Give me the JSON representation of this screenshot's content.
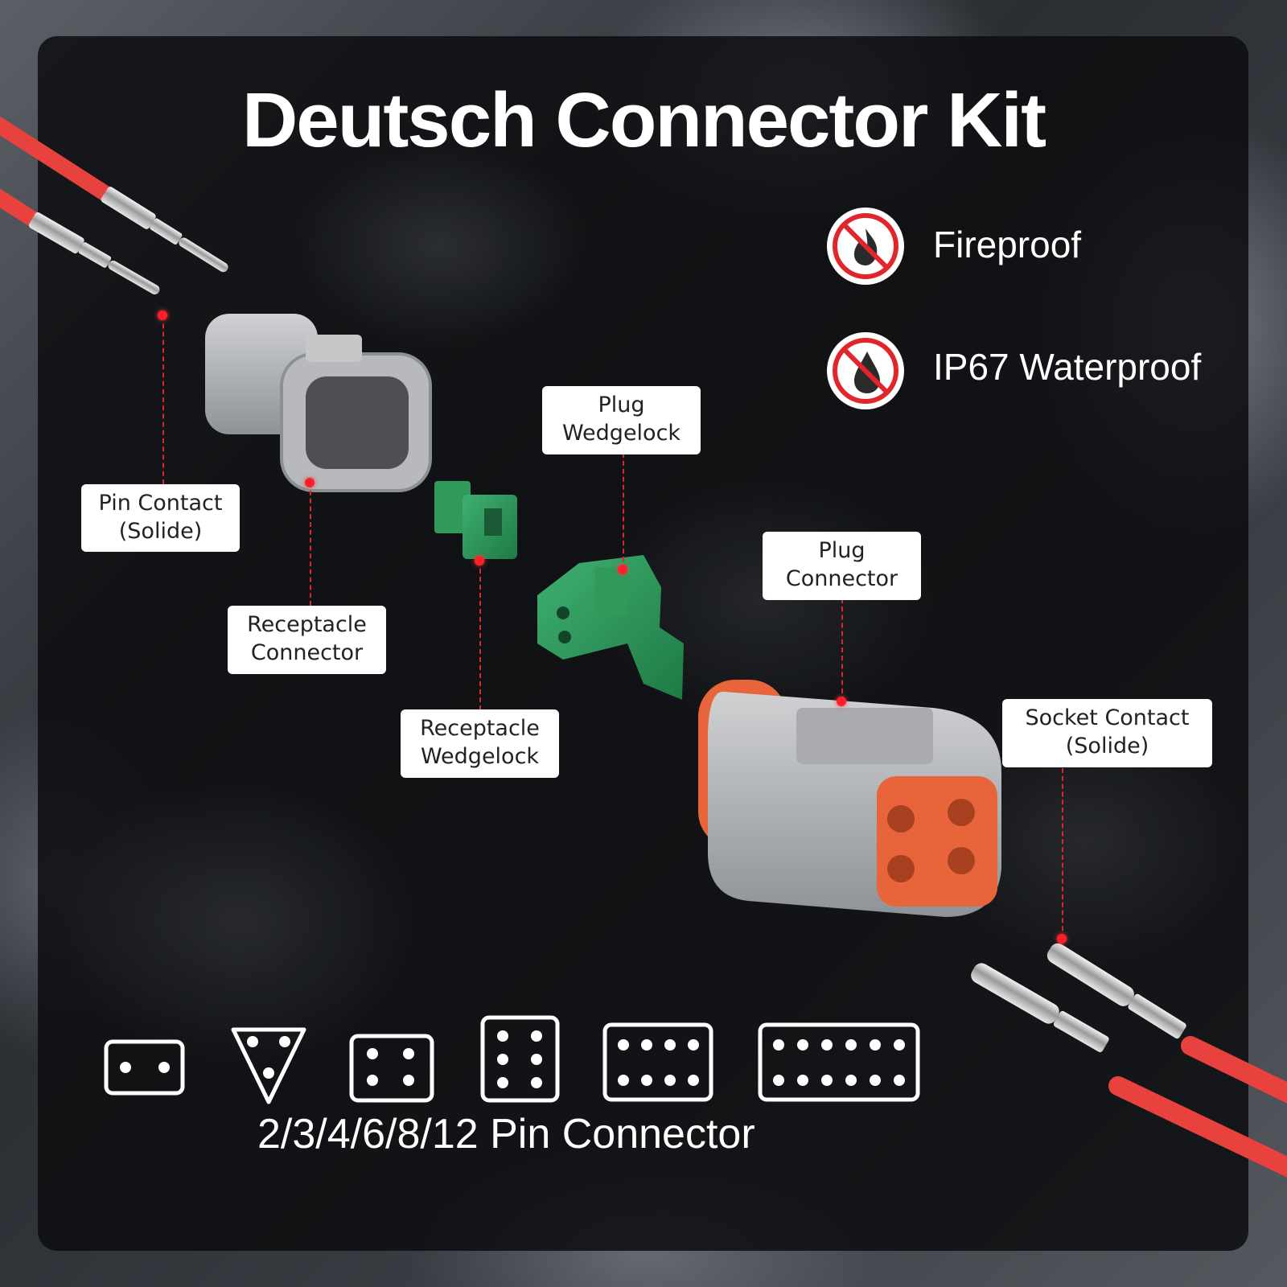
{
  "title": "Deutsch Connector Kit",
  "features": [
    {
      "icon": "no-fire-icon",
      "label": "Fireproof"
    },
    {
      "icon": "no-water-drop-icon",
      "label": "IP67 Waterproof"
    }
  ],
  "labels": {
    "pin_contact": {
      "line1": "Pin Contact",
      "line2": "(Solide)"
    },
    "receptacle_connector": {
      "line1": "Receptacle",
      "line2": "Connector"
    },
    "plug_wedgelock": {
      "line1": "Plug",
      "line2": "Wedgelock"
    },
    "receptacle_wedgelock": {
      "line1": "Receptacle",
      "line2": "Wedgelock"
    },
    "plug_connector": {
      "line1": "Plug",
      "line2": "Connector"
    },
    "socket_contact": {
      "line1": "Socket Contact",
      "line2": "(Solide)"
    }
  },
  "pin_layouts": [
    {
      "pins": 2,
      "shape": "rounded-rect"
    },
    {
      "pins": 3,
      "shape": "triangle"
    },
    {
      "pins": 4,
      "shape": "rounded-rect"
    },
    {
      "pins": 6,
      "shape": "rounded-rect"
    },
    {
      "pins": 8,
      "shape": "rounded-rect"
    },
    {
      "pins": 12,
      "shape": "rounded-rect"
    }
  ],
  "pin_caption": "2/3/4/6/8/12 Pin Connector",
  "colors": {
    "accent_red": "#e0262b",
    "connector_gray": "#b9bbbd",
    "seal_orange": "#e8643a",
    "wedgelock_green": "#2f9a5a",
    "wire_red": "#e8423f"
  }
}
